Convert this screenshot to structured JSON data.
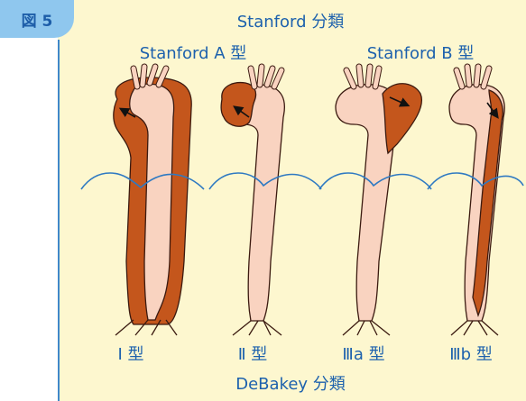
{
  "figure_tag": "図 5",
  "stanford": {
    "heading": "Stanford 分類",
    "type_a": "Stanford A 型",
    "type_b": "Stanford B 型"
  },
  "debakey": {
    "heading": "DeBakey 分類",
    "types": [
      "Ⅰ 型",
      "Ⅱ 型",
      "Ⅲa 型",
      "Ⅲb 型"
    ]
  },
  "colors": {
    "aorta": "#f9d3c0",
    "dissection": "#c4561c",
    "outline": "#3b1a10",
    "diaphragm": "#2e79c2",
    "text": "#1d61ad",
    "panel": "#fdf7cf",
    "tab": "#8fc7ee"
  }
}
